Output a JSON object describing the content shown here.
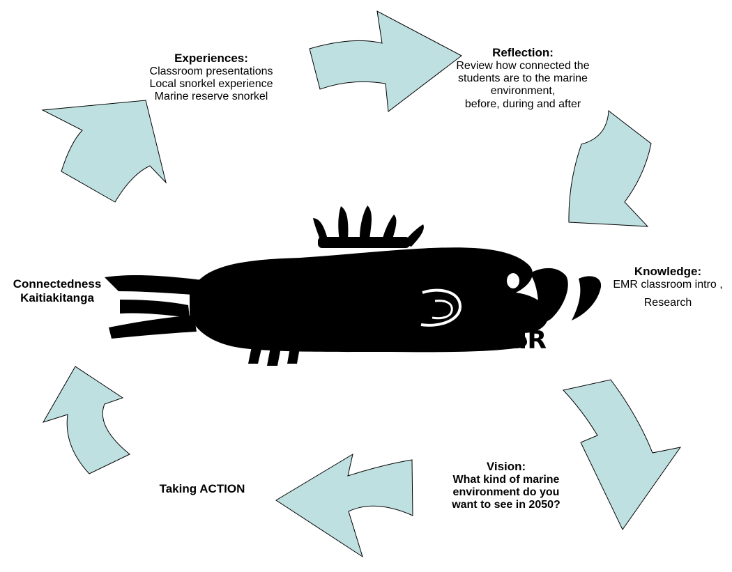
{
  "colors": {
    "arrow_fill": "#bfe0e1",
    "arrow_stroke": "#000000",
    "fish": "#000000",
    "background": "#ffffff"
  },
  "center": {
    "icon": "fish-logo-icon",
    "logo_text": "EMR"
  },
  "nodes": {
    "experiences": {
      "title": "Experiences:",
      "lines": [
        "Classroom presentations",
        "Local snorkel experience",
        "Marine reserve snorkel"
      ]
    },
    "reflection": {
      "title": "Reflection:",
      "lines": [
        "Review how connected the",
        "students are to the marine",
        "environment,",
        "before, during and after"
      ]
    },
    "knowledge": {
      "title": "Knowledge:",
      "lines": [
        "EMR classroom intro ,",
        "Research"
      ]
    },
    "vision": {
      "title": "Vision:",
      "lines": [
        "What kind of marine",
        "environment do you",
        "want to see in 2050?"
      ]
    },
    "action": {
      "title": "Taking ACTION"
    },
    "connectedness": {
      "lines": [
        "Connectedness",
        "Kaitiakitanga"
      ]
    }
  },
  "arrows": [
    {
      "name": "arrow-top-right",
      "icon": "curved-arrow-icon"
    },
    {
      "name": "arrow-right-upper",
      "icon": "curved-arrow-icon"
    },
    {
      "name": "arrow-right-lower",
      "icon": "curved-arrow-icon"
    },
    {
      "name": "arrow-bottom",
      "icon": "curved-arrow-icon"
    },
    {
      "name": "arrow-left-lower",
      "icon": "curved-arrow-icon"
    },
    {
      "name": "arrow-left-upper",
      "icon": "curved-arrow-icon"
    }
  ]
}
